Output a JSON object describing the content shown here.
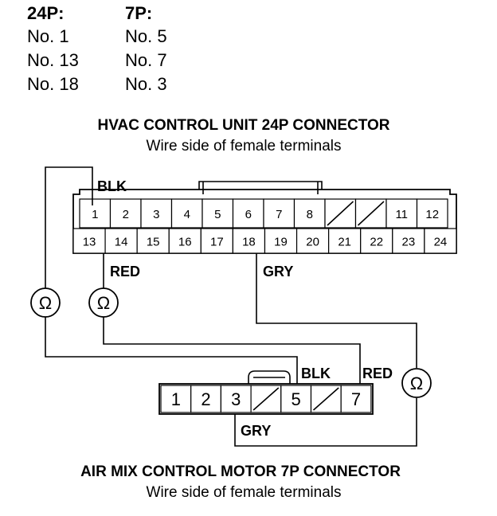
{
  "pin_table": {
    "header_24p": "24P:",
    "header_7p": "7P:",
    "rows": [
      {
        "p24": "No. 1",
        "p7": "No. 5"
      },
      {
        "p24": "No. 13",
        "p7": "No. 7"
      },
      {
        "p24": "No. 18",
        "p7": "No. 3"
      }
    ]
  },
  "hvac_connector": {
    "title": "HVAC CONTROL UNIT 24P CONNECTOR",
    "subtitle": "Wire side of female terminals",
    "top_row": [
      "1",
      "2",
      "3",
      "4",
      "5",
      "6",
      "7",
      "8",
      "",
      "",
      "11",
      "12"
    ],
    "bottom_row": [
      "13",
      "14",
      "15",
      "16",
      "17",
      "18",
      "19",
      "20",
      "21",
      "22",
      "23",
      "24"
    ]
  },
  "motor_connector": {
    "title": "AIR MIX CONTROL MOTOR 7P CONNECTOR",
    "subtitle": "Wire side of female terminals",
    "pins": [
      "1",
      "2",
      "3",
      "",
      "5",
      "",
      "7"
    ]
  },
  "wire_labels": {
    "blk_top": "BLK",
    "red_left": "RED",
    "gry_mid": "GRY",
    "blk_motor": "BLK",
    "red_motor": "RED",
    "gry_bottom": "GRY"
  },
  "meter_symbol": "Ω"
}
